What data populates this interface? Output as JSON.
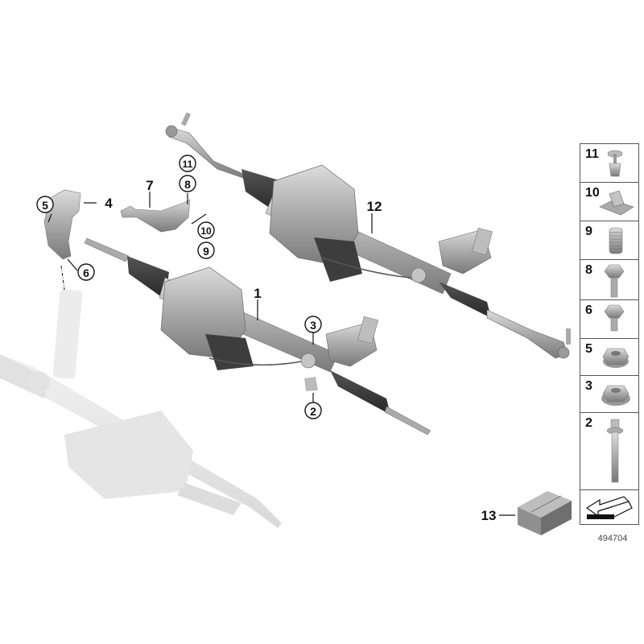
{
  "diagram": {
    "reference_number": "494704",
    "callouts": [
      {
        "label": "1",
        "style": "plain"
      },
      {
        "label": "2",
        "style": "circled"
      },
      {
        "label": "3",
        "style": "circled"
      },
      {
        "label": "4",
        "style": "plain"
      },
      {
        "label": "5",
        "style": "circled"
      },
      {
        "label": "6",
        "style": "circled"
      },
      {
        "label": "7",
        "style": "plain"
      },
      {
        "label": "8",
        "style": "circled"
      },
      {
        "label": "9",
        "style": "circled"
      },
      {
        "label": "10",
        "style": "circled"
      },
      {
        "label": "11",
        "style": "circled"
      },
      {
        "label": "12",
        "style": "plain"
      },
      {
        "label": "13",
        "style": "plain"
      }
    ],
    "parts_panel": [
      {
        "label": "11",
        "icon": "push-rivet-icon"
      },
      {
        "label": "10",
        "icon": "clip-nut-icon"
      },
      {
        "label": "9",
        "icon": "threaded-insert-icon"
      },
      {
        "label": "8",
        "icon": "hex-flange-bolt-icon"
      },
      {
        "label": "6",
        "icon": "hex-flange-bolt-short-icon"
      },
      {
        "label": "5",
        "icon": "hex-flange-nut-icon"
      },
      {
        "label": "3",
        "icon": "hex-collar-nut-icon"
      },
      {
        "label": "2",
        "icon": "long-bolt-icon"
      },
      {
        "label": "",
        "icon": "orientation-arrow-icon"
      }
    ],
    "components": [
      "steering-rack-assembly-front",
      "steering-rack-assembly-rear",
      "steering-rack-ghost-background",
      "heat-shield-4",
      "heat-shield-bracket-7",
      "repair-kit-box-13"
    ],
    "colors": {
      "metal_light": "#c9c9c9",
      "metal_mid": "#a7a7a7",
      "metal_dark": "#6e6e6e",
      "boot_dark": "#3a3a3a",
      "ghost": "#e6e6e6",
      "line": "#111111"
    }
  }
}
